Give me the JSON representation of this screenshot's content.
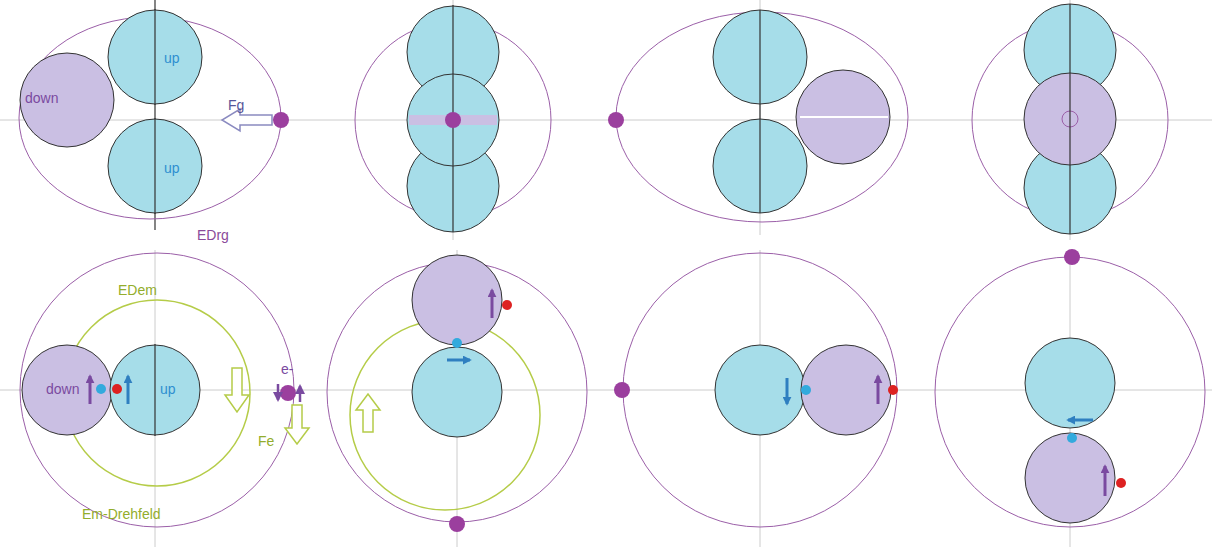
{
  "diagram": {
    "nodes": [
      {
        "text": [
          "down"
        ]
      },
      {
        "text": [
          "up"
        ]
      },
      {
        "text": [
          "up"
        ]
      },
      {
        "text": [
          "down"
        ]
      },
      {
        "text": [
          "up"
        ]
      }
    ],
    "labels": [
      "Fg",
      "EDrg",
      "EDem",
      "e-",
      "Fe",
      "Em-Drehfeld"
    ]
  }
}
